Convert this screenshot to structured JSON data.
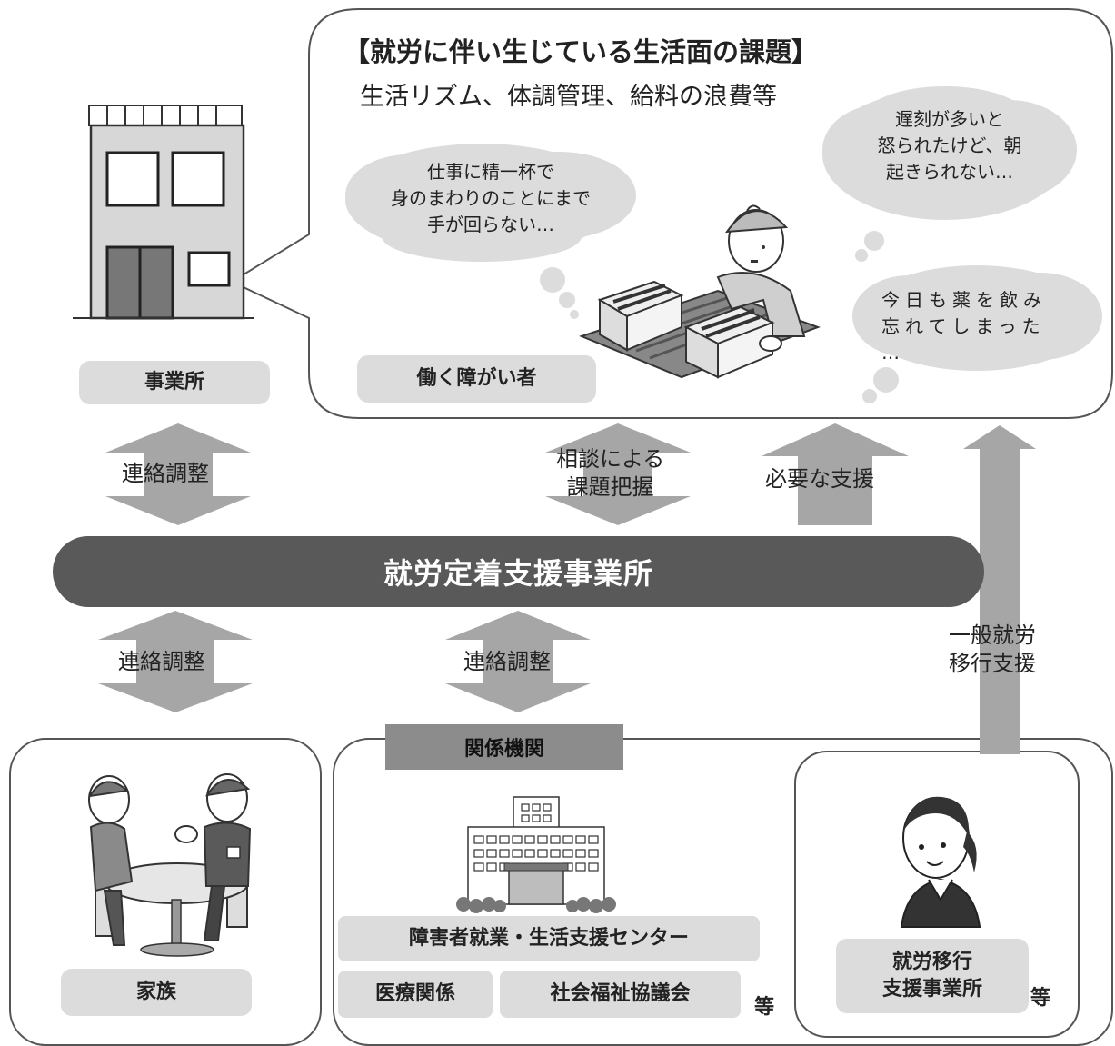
{
  "speech_bubble": {
    "title": "【就労に伴い生じている生活面の課題】",
    "subtitle": "生活リズム、体調管理、給料の浪費等"
  },
  "clouds": {
    "work_busy": [
      "仕事に精一杯で",
      "身のまわりのことにまで",
      "手が回らない…"
    ],
    "late": [
      "遅刻が多いと",
      "怒られたけど、朝",
      "起きられない…"
    ],
    "medicine": [
      "今日も薬を飲み",
      "忘れてしまった",
      "…"
    ]
  },
  "labels": {
    "office": "事業所",
    "worker": "働く障がい者",
    "family": "家族",
    "related_orgs": "関係機関",
    "center": "障害者就業・生活支援センター",
    "medical": "医療関係",
    "social_welfare": "社会福祉協議会",
    "transition_office": [
      "就労移行",
      "支援事業所"
    ],
    "etc": "等"
  },
  "central_bar": "就労定着支援事業所",
  "arrows": {
    "office_link": "連絡調整",
    "consult": [
      "相談による",
      "課題把握"
    ],
    "support": "必要な支援",
    "family_link": "連絡調整",
    "orgs_link": "連絡調整",
    "transition": [
      "一般就労",
      "移行支援"
    ]
  }
}
